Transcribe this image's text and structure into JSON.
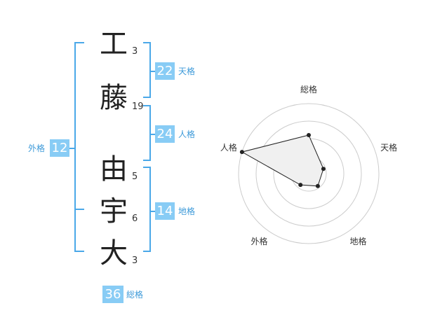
{
  "name_chars": [
    {
      "char": "工",
      "strokes": "3"
    },
    {
      "char": "藤",
      "strokes": "19"
    },
    {
      "char": "由",
      "strokes": "5"
    },
    {
      "char": "宇",
      "strokes": "6"
    },
    {
      "char": "大",
      "strokes": "3"
    }
  ],
  "kakusuu": {
    "tenkaku": {
      "value": "22",
      "label": "天格"
    },
    "jinkaku": {
      "value": "24",
      "label": "人格"
    },
    "chikaku": {
      "value": "14",
      "label": "地格"
    },
    "gaikaku": {
      "value": "12",
      "label": "外格"
    },
    "soukaku": {
      "value": "36",
      "label": "総格"
    }
  },
  "colors": {
    "bracket": "#4aa8e8",
    "badge": "#88ccf5",
    "label": "#3d9ad9",
    "radar_fill": "#f0f0f0",
    "radar_line": "#222222",
    "grid": "#cccccc"
  },
  "chart_data": {
    "type": "radar",
    "axes": [
      "総格",
      "天格",
      "地格",
      "外格",
      "人格"
    ],
    "values": [
      0.55,
      0.22,
      0.22,
      0.2,
      1.0
    ],
    "range": [
      0,
      1
    ],
    "rings": 4,
    "grid": true
  }
}
